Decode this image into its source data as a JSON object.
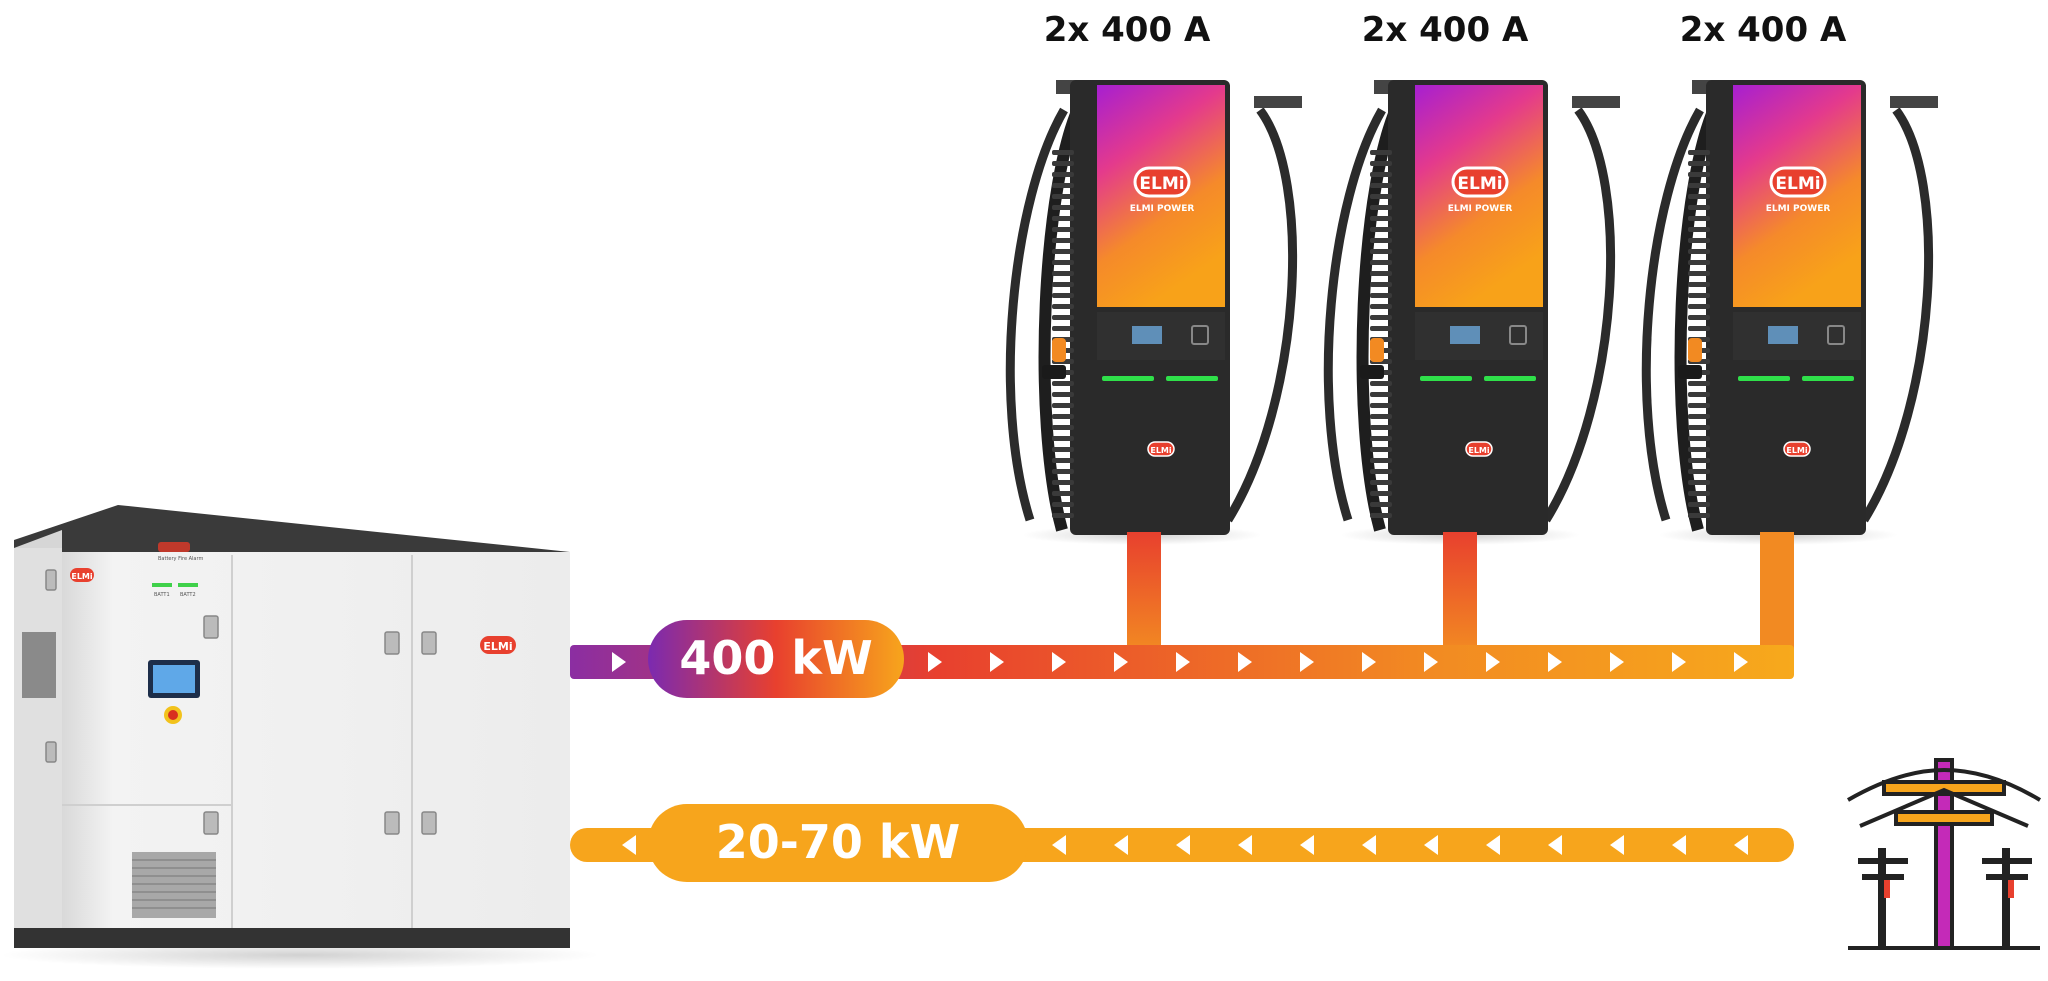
{
  "chargers": [
    {
      "current_label": "2x 400 A",
      "brand": "ELMi",
      "brand_sub": "ELMI POWER"
    },
    {
      "current_label": "2x 400 A",
      "brand": "ELMi",
      "brand_sub": "ELMI POWER"
    },
    {
      "current_label": "2x 400 A",
      "brand": "ELMi",
      "brand_sub": "ELMI POWER"
    }
  ],
  "battery": {
    "brand": "ELMi",
    "small_label": "Battery Fire Alarm",
    "batt1": "BATT1",
    "batt2": "BATT2"
  },
  "output_flow": {
    "label": "400 kW",
    "direction": "right"
  },
  "input_flow": {
    "label": "20-70 kW",
    "direction": "left"
  },
  "grid": {
    "icon": "power-grid-icon"
  },
  "colors": {
    "purple": "#8b2ea2",
    "red": "#e84a2a",
    "orange": "#f7a51c",
    "magenta": "#c42ab8",
    "charger_body": "#2a2a2a",
    "battery_body": "#efefef"
  }
}
